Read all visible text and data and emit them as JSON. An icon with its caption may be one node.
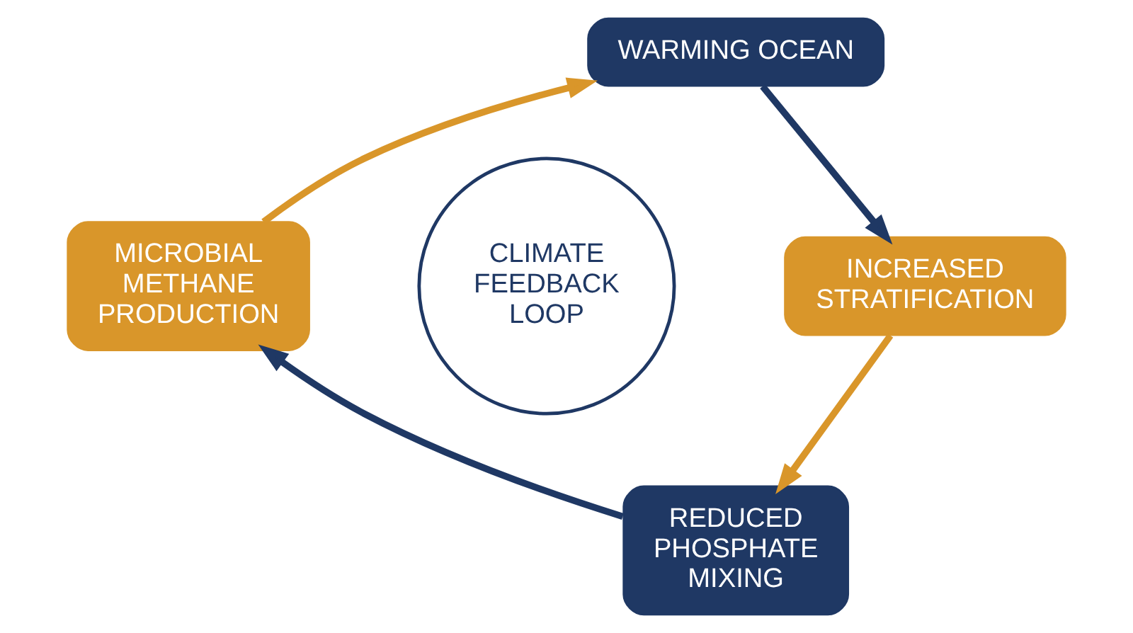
{
  "diagram": {
    "nodes": [
      {
        "text": [
          "CLIMATE FEEDBACK LOOP"
        ]
      },
      {
        "text": [
          "WARMING OCEAN"
        ]
      },
      {
        "text": [
          "INCREASED STRATIFICATION"
        ]
      },
      {
        "text": [
          "REDUCED PHOSPHATE MIXING"
        ]
      },
      {
        "text": [
          "MICROBIAL METHANE PRODUCTION"
        ]
      }
    ],
    "edges": [
      {
        "from": 1,
        "to": 2,
        "arrow": "to",
        "color": "#1f3864"
      },
      {
        "from": 2,
        "to": 3,
        "arrow": "to",
        "color": "#d9962a"
      },
      {
        "from": 3,
        "to": 4,
        "arrow": "to",
        "color": "#1f3864"
      },
      {
        "from": 4,
        "to": 1,
        "arrow": "to",
        "color": "#d9962a"
      }
    ]
  }
}
